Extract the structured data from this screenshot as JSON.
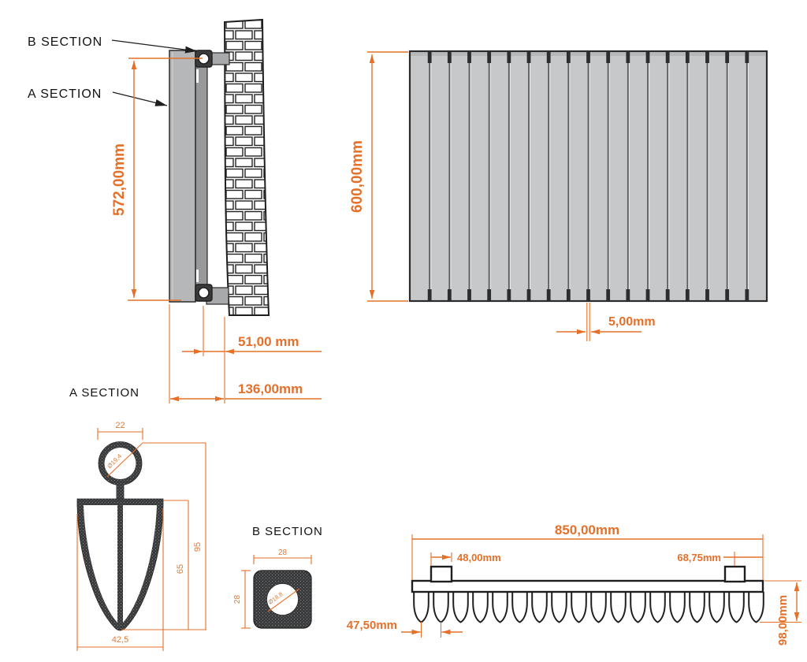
{
  "colors": {
    "accent": "#e4702a",
    "accent_light": "#e07c38",
    "line": "#1f1f1f",
    "panel_gray": "#c7c8ca",
    "side_panel_gray": "#b6b7b9",
    "tube_gray": "#98999b",
    "arm_gray": "#a8a9ab",
    "bracket_dark": "#3b3b3c",
    "profile_dark": "#3b3c3e"
  },
  "side_view": {
    "callout_b": "B SECTION",
    "callout_a": "A SECTION",
    "section_label": "A SECTION",
    "dim_height": "572,00mm",
    "dim_tube_to_wall": "51,00 mm",
    "dim_total_depth": "136,00mm"
  },
  "front_view": {
    "dim_height": "600,00mm",
    "dim_slat_gap": "5,00mm",
    "slat_count": 18
  },
  "profile_a": {
    "dim_top_width": "22",
    "dim_tube_dia": "Ø19,4",
    "dim_total_height": "95",
    "dim_body_height": "65",
    "dim_width": "42,5"
  },
  "profile_b": {
    "label": "B SECTION",
    "dim_width": "28",
    "dim_height": "28",
    "dim_hole_dia": "Ø18,8"
  },
  "bottom_view": {
    "dim_width": "850,00mm",
    "dim_bracket_left": "48,00mm",
    "dim_bracket_right": "68,75mm",
    "dim_fin_pitch": "47,50mm",
    "dim_depth": "98,00mm",
    "fin_count": 18
  }
}
